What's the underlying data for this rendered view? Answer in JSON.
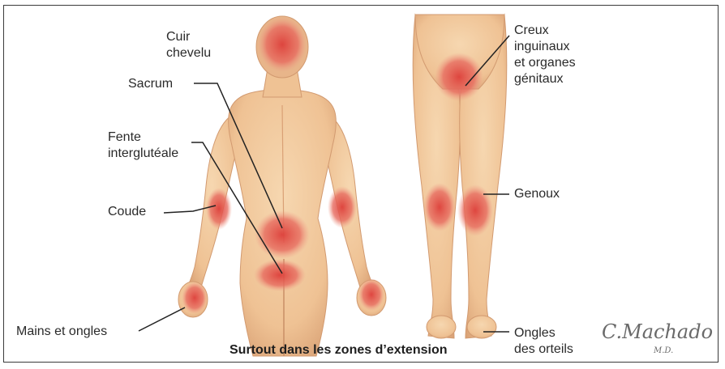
{
  "labels": {
    "scalp": "Cuir\nchevelu",
    "sacrum": "Sacrum",
    "gluteal_cleft": "Fente\ninterglutéale",
    "elbow": "Coude",
    "hands_nails": "Mains et ongles",
    "groin": "Creux\ninguinaux\net organes\ngénitaux",
    "knees": "Genoux",
    "toenails": "Ongles\ndes orteils"
  },
  "caption": "Surtout dans les zones d’extension",
  "signature": {
    "name": "C.Machado",
    "suffix": "M.D."
  },
  "colors": {
    "skin": "#f1c99c",
    "skin_shade": "#dba37a",
    "lesion": "#e0524a",
    "lesion_light": "#ec8c7c",
    "leader_line": "#222222"
  }
}
